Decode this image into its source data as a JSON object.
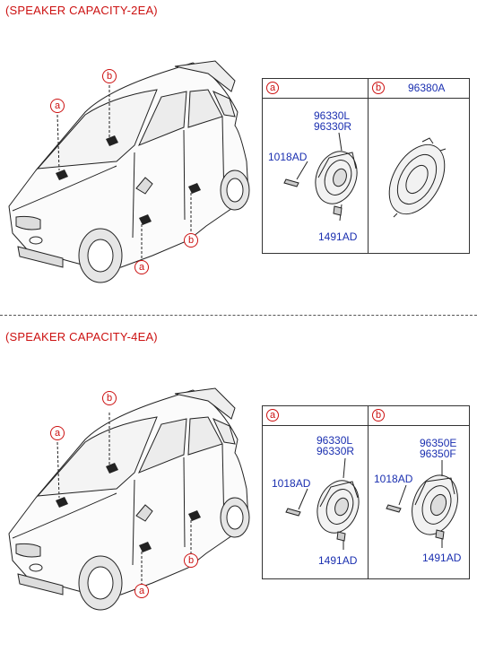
{
  "sections": [
    {
      "title": "(SPEAKER CAPACITY-2EA)",
      "callouts": {
        "a": "a",
        "b": "b"
      },
      "panel": {
        "col_a": {
          "badge": "a",
          "parts": [
            "96330L",
            "96330R",
            "1018AD",
            "1491AD"
          ]
        },
        "col_b": {
          "badge": "b",
          "header_part": "96380A"
        }
      }
    },
    {
      "title": "(SPEAKER CAPACITY-4EA)",
      "callouts": {
        "a": "a",
        "b": "b"
      },
      "panel": {
        "col_a": {
          "badge": "a",
          "parts": [
            "96330L",
            "96330R",
            "1018AD",
            "1491AD"
          ]
        },
        "col_b": {
          "badge": "b",
          "parts": [
            "96350E",
            "96350F",
            "1018AD",
            "1491AD"
          ]
        }
      }
    }
  ],
  "colors": {
    "title": "#cc1111",
    "callout": "#cc1111",
    "part_number": "#1a2fb0",
    "line": "#333333"
  }
}
